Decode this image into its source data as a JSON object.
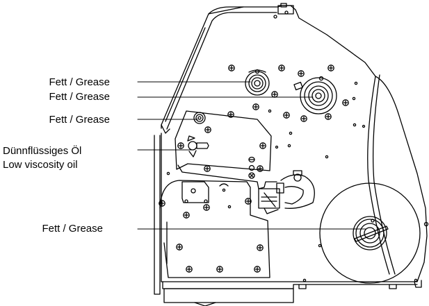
{
  "labels": [
    {
      "id": "grease-1",
      "text": "Fett / Grease"
    },
    {
      "id": "grease-2",
      "text": "Fett / Grease"
    },
    {
      "id": "grease-3",
      "text": "Fett / Grease"
    },
    {
      "id": "oil-de",
      "text": "Dünnflüssiges Öl"
    },
    {
      "id": "oil-en",
      "text": "Low viscosity oil"
    },
    {
      "id": "grease-4",
      "text": "Fett / Grease"
    }
  ],
  "colors": {
    "line": "#000000",
    "background": "#ffffff"
  }
}
